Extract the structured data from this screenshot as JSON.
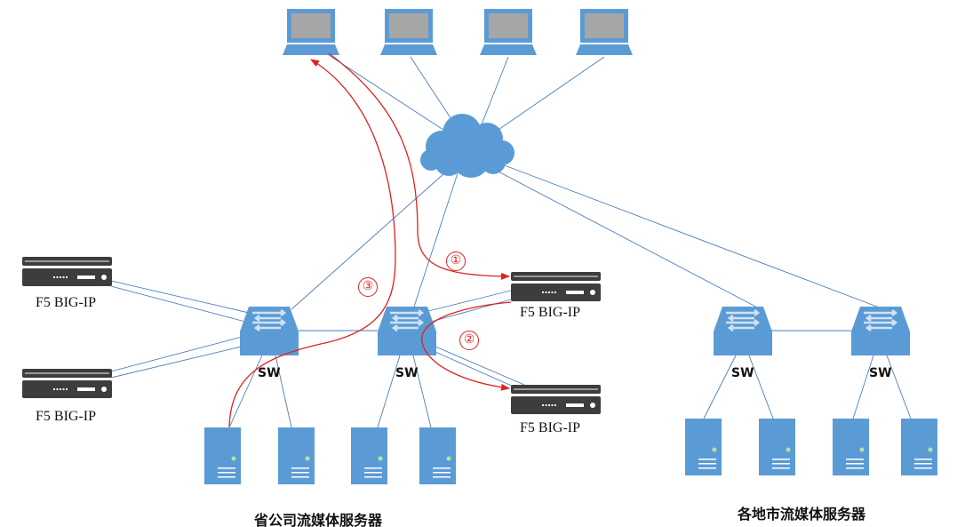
{
  "f5_label": "F5 BIG-IP",
  "switch_label": "SW",
  "groups": {
    "provincial": "省公司流媒体服务器",
    "city": "各地市流媒体服务器"
  },
  "flow_steps": [
    "①",
    "②",
    "③"
  ],
  "colors": {
    "device_blue": "#5b9bd5",
    "link": "#4a7ebb",
    "flow": "#e02020",
    "appliance": "#3d3d3d"
  }
}
